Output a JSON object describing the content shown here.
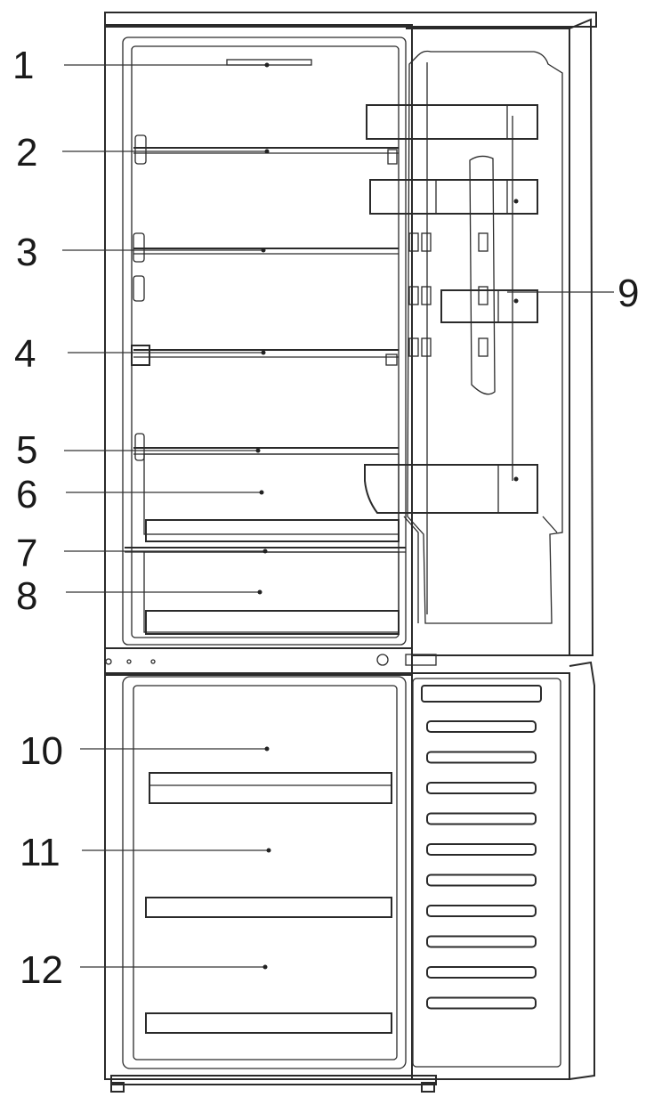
{
  "callouts": [
    {
      "id": "1",
      "label": "1"
    },
    {
      "id": "2",
      "label": "2"
    },
    {
      "id": "3",
      "label": "3"
    },
    {
      "id": "4",
      "label": "4"
    },
    {
      "id": "5",
      "label": "5"
    },
    {
      "id": "6",
      "label": "6"
    },
    {
      "id": "7",
      "label": "7"
    },
    {
      "id": "8",
      "label": "8"
    },
    {
      "id": "9",
      "label": "9"
    },
    {
      "id": "10",
      "label": "10"
    },
    {
      "id": "11",
      "label": "11"
    },
    {
      "id": "12",
      "label": "12"
    }
  ],
  "colors": {
    "line": "#2a2a2a",
    "background": "#ffffff"
  }
}
